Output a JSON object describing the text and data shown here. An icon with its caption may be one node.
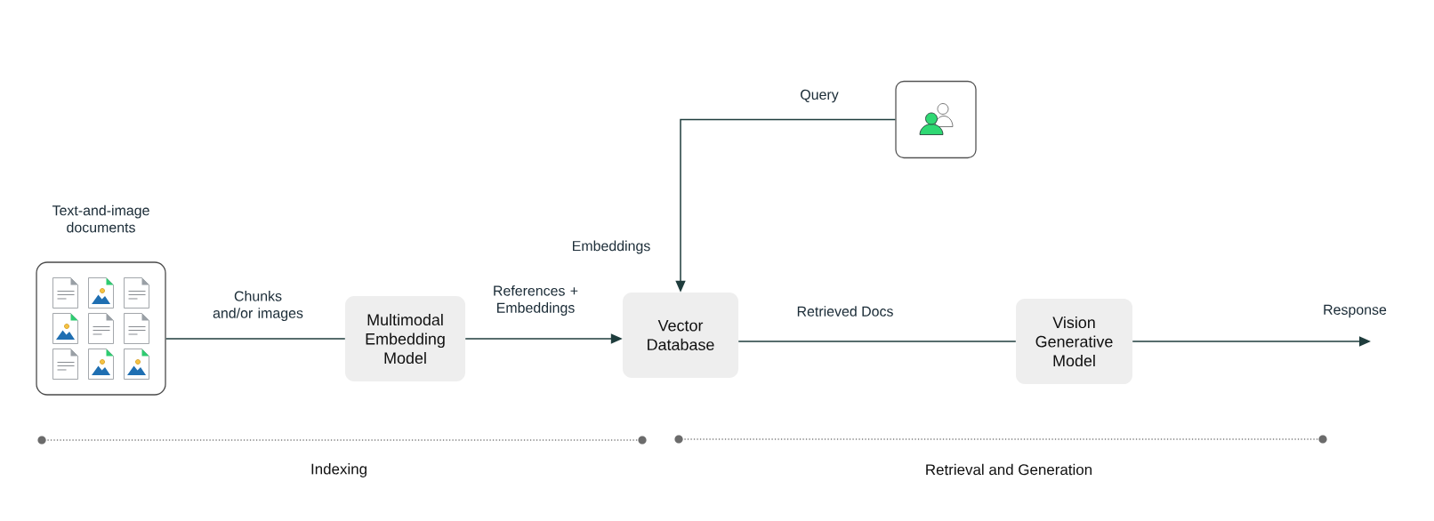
{
  "diagram": {
    "nodes": [
      {
        "text": [
          "Text-and-image documents"
        ]
      },
      {
        "text": [
          "Multimodal Embedding Model"
        ]
      },
      {
        "text": [
          "Vector Database"
        ]
      },
      {
        "text": [],
        "shape": "box"
      },
      {
        "text": [
          "Vision Generative Model"
        ]
      }
    ],
    "edges": [
      {
        "from": 0,
        "to": 1,
        "arrow": "none",
        "label": "Chunks and/or images"
      },
      {
        "from": 1,
        "to": 2,
        "arrow": "to",
        "label": "References + Embeddings"
      },
      {
        "from": 3,
        "to": 2,
        "arrow": "to",
        "label": "Query"
      },
      {
        "from": 2,
        "to": 4,
        "arrow": "none",
        "label": "Retrieved Docs"
      },
      {
        "from": 4,
        "to": null,
        "arrow": "to",
        "label": "Response"
      }
    ],
    "labels": [
      "Embeddings",
      "Indexing",
      "Retrieval and Generation"
    ]
  }
}
